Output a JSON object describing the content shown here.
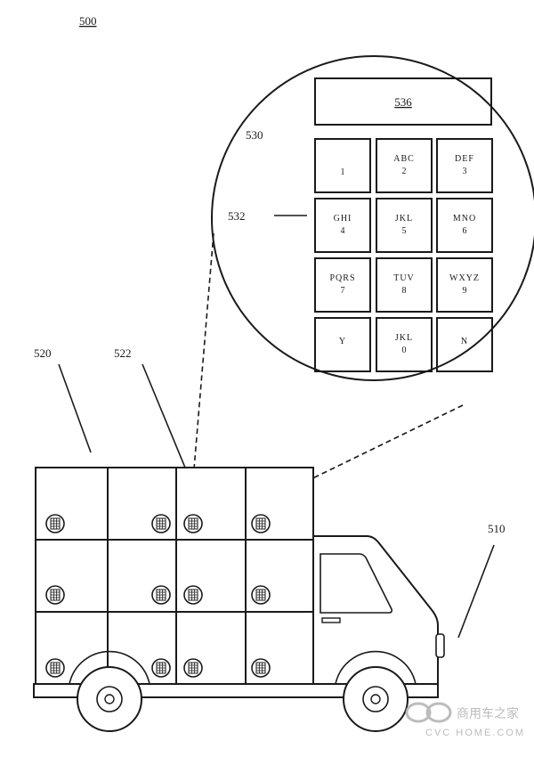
{
  "figure": {
    "number": "500",
    "refs": {
      "truck": "510",
      "lockers": "520",
      "locker_keypad": "522",
      "magnified_view": "530",
      "keypad_buttons": "532",
      "display": "536"
    },
    "keypad": [
      {
        "letters": "",
        "digit": "1"
      },
      {
        "letters": "ABC",
        "digit": "2"
      },
      {
        "letters": "DEF",
        "digit": "3"
      },
      {
        "letters": "GHI",
        "digit": "4"
      },
      {
        "letters": "JKL",
        "digit": "5"
      },
      {
        "letters": "MNO",
        "digit": "6"
      },
      {
        "letters": "PQRS",
        "digit": "7"
      },
      {
        "letters": "TUV",
        "digit": "8"
      },
      {
        "letters": "WXYZ",
        "digit": "9"
      },
      {
        "letters": "Y",
        "digit": ""
      },
      {
        "letters": "JKL",
        "digit": "0"
      },
      {
        "letters": "N",
        "digit": ""
      }
    ]
  },
  "watermark": {
    "brand": "商用车之家",
    "url": "CVC HOME.COM"
  },
  "colors": {
    "line": "#1a1a1a",
    "watermark": "#b5b5b5"
  }
}
